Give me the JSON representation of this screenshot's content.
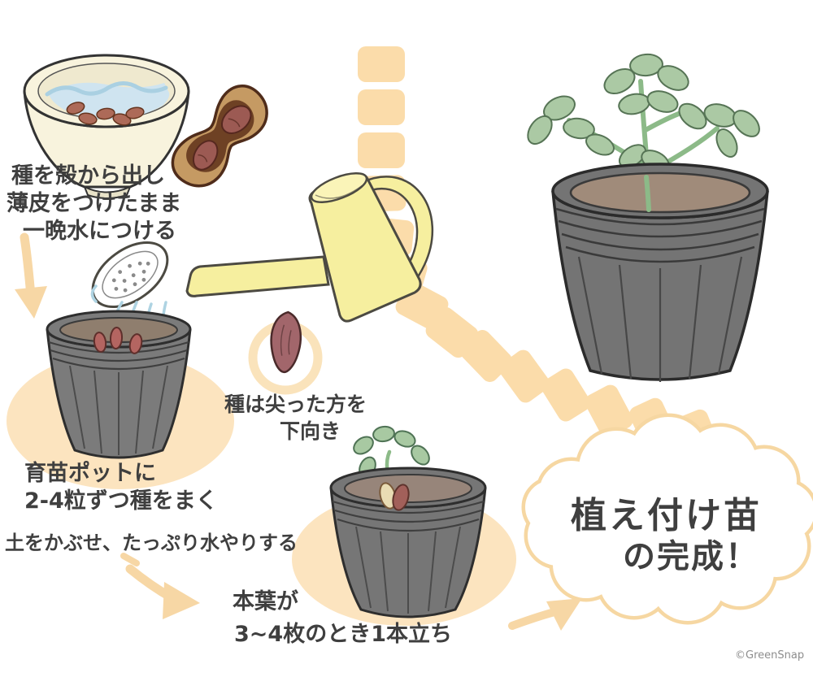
{
  "palette": {
    "background": "#ffffff",
    "trail_peach": "#fbdcaa",
    "arrow_peach": "#f7d7a5",
    "cloud_outline": "#f6d7a2",
    "pot_gray": "#7b7b7b",
    "pot_outline": "#2e2e2e",
    "soil_brown": "#8f7e6e",
    "leaf_green": "#abc9a4",
    "stem_green": "#8cba88",
    "can_yellow": "#f6ef9f",
    "water_blue": "#aed3e2",
    "seed_brown": "#a2666b",
    "peanut_shell": "#c59a63",
    "text": "#3f3f3f"
  },
  "steps": {
    "soak": {
      "line1": "種を殻から出し",
      "line2": "薄皮をつけたまま",
      "line3": "一晩水につける"
    },
    "sow": {
      "line1": "育苗ポットに",
      "line2": "2-4粒ずつ種をまく"
    },
    "cover": {
      "line1": "土をかぶせ、たっぷり水やりする"
    },
    "seed_note": {
      "line1": "種は尖った方を",
      "line2": "下向き"
    },
    "thin": {
      "line1": "本葉が",
      "line2": "3~4枚のとき1本立ち"
    },
    "final": {
      "line1": "植え付け苗",
      "line2": "の完成！"
    }
  },
  "credit": "©GreenSnap",
  "icons": {
    "bowl": "seed-soaking-bowl-icon",
    "peanut": "peanut-shell-icon",
    "watering_can": "watering-can-icon",
    "pot_seeds": "pot-with-seeds-icon",
    "seed": "seed-pointing-down-icon",
    "pot_seedling": "pot-with-seedling-icon",
    "pot_plant": "pot-with-grown-plant-icon",
    "cloud": "completion-cloud-icon",
    "trail": "dashed-path-icon",
    "arrows": "flow-arrow-icon"
  }
}
